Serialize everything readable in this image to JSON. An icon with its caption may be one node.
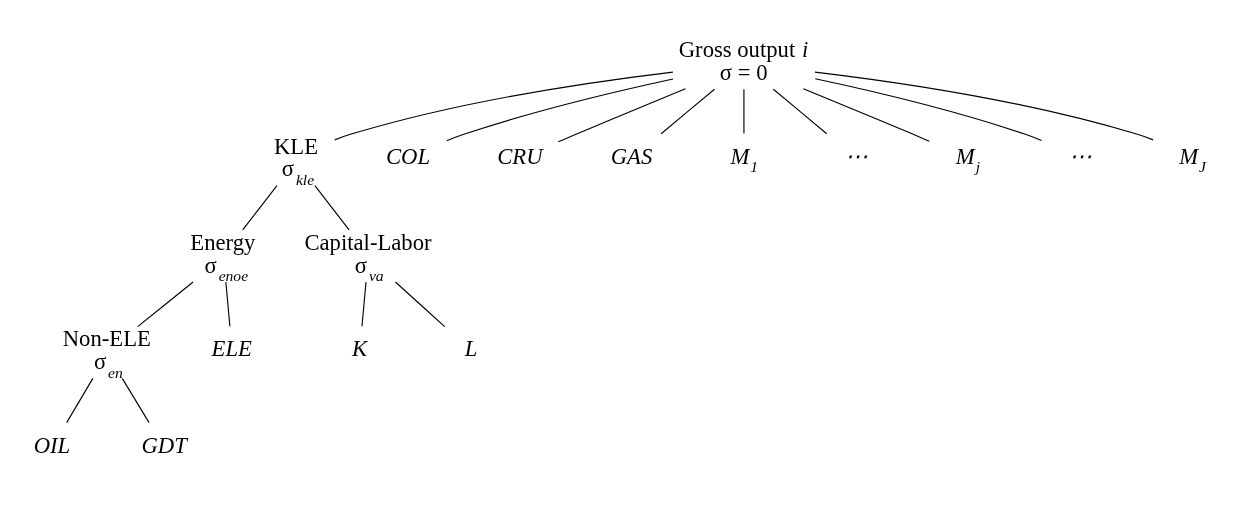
{
  "diagram": {
    "nodes": [
      {
        "text": [
          "Gross output *i*",
          "σ = 0"
        ]
      },
      {
        "text": [
          "KLE",
          "σ$_{kle}$"
        ]
      },
      {
        "text": [
          "COL"
        ]
      },
      {
        "text": [
          "CRU"
        ]
      },
      {
        "text": [
          "GAS"
        ]
      },
      {
        "text": [
          "M$_{1}$"
        ]
      },
      {
        "text": [
          "⋯"
        ]
      },
      {
        "text": [
          "M$_{j}$"
        ]
      },
      {
        "text": [
          "⋯"
        ]
      },
      {
        "text": [
          "M$_{J}$"
        ]
      },
      {
        "text": [
          "Energy",
          "σ$_{enoe}$"
        ]
      },
      {
        "text": [
          "Capital-Labor",
          "σ$_{va}$"
        ]
      },
      {
        "text": [
          "Non-ELE",
          "σ$_{en}$"
        ]
      },
      {
        "text": [
          "ELE"
        ]
      },
      {
        "text": [
          "K"
        ]
      },
      {
        "text": [
          "L"
        ]
      },
      {
        "text": [
          "OIL"
        ]
      },
      {
        "text": [
          "GDT"
        ]
      }
    ],
    "edges": [
      {
        "from": 0,
        "to": 1,
        "arrow": "none"
      },
      {
        "from": 0,
        "to": 2,
        "arrow": "none"
      },
      {
        "from": 0,
        "to": 3,
        "arrow": "none"
      },
      {
        "from": 0,
        "to": 4,
        "arrow": "none"
      },
      {
        "from": 0,
        "to": 5,
        "arrow": "none"
      },
      {
        "from": 0,
        "to": 6,
        "arrow": "none"
      },
      {
        "from": 0,
        "to": 7,
        "arrow": "none"
      },
      {
        "from": 0,
        "to": 8,
        "arrow": "none"
      },
      {
        "from": 0,
        "to": 9,
        "arrow": "none"
      },
      {
        "from": 1,
        "to": 10,
        "arrow": "none"
      },
      {
        "from": 1,
        "to": 11,
        "arrow": "none"
      },
      {
        "from": 10,
        "to": 12,
        "arrow": "none"
      },
      {
        "from": 10,
        "to": 13,
        "arrow": "none"
      },
      {
        "from": 11,
        "to": 14,
        "arrow": "none"
      },
      {
        "from": 11,
        "to": 15,
        "arrow": "none"
      },
      {
        "from": 12,
        "to": 16,
        "arrow": "none"
      },
      {
        "from": 12,
        "to": 17,
        "arrow": "none"
      }
    ]
  }
}
